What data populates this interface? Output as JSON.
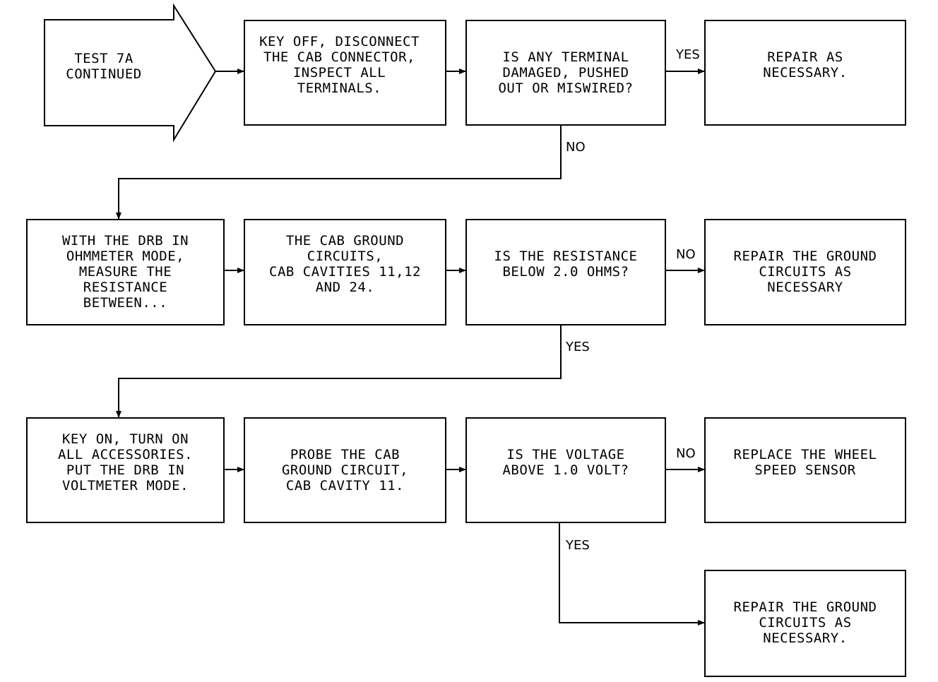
{
  "start": {
    "lines": [
      "TEST 7A",
      "CONTINUED"
    ]
  },
  "boxes": {
    "row1_step1": {
      "lines": [
        "KEY OFF, DISCONNECT",
        "THE CAB CONNECTOR,",
        "INSPECT ALL",
        "TERMINALS."
      ]
    },
    "row1_question": {
      "lines": [
        "IS ANY TERMINAL",
        "DAMAGED, PUSHED",
        "OUT OR MISWIRED?"
      ]
    },
    "row1_result": {
      "lines": [
        "REPAIR AS",
        "NECESSARY."
      ]
    },
    "row2_step1": {
      "lines": [
        "WITH THE DRB IN",
        "OHMMETER MODE,",
        "MEASURE THE",
        "RESISTANCE",
        "BETWEEN..."
      ]
    },
    "row2_step2": {
      "lines": [
        "THE CAB GROUND",
        "CIRCUITS,",
        "CAB CAVITIES 11,12",
        "AND 24."
      ]
    },
    "row2_question": {
      "lines": [
        "IS THE RESISTANCE",
        "BELOW 2.0 OHMS?"
      ]
    },
    "row2_result": {
      "lines": [
        "REPAIR THE GROUND",
        "CIRCUITS AS",
        "NECESSARY"
      ]
    },
    "row3_step1": {
      "lines": [
        "KEY ON, TURN ON",
        "ALL ACCESSORIES.",
        "PUT THE DRB IN",
        "VOLTMETER MODE."
      ]
    },
    "row3_step2": {
      "lines": [
        "PROBE THE CAB",
        "GROUND CIRCUIT,",
        "CAB CAVITY 11."
      ]
    },
    "row3_question": {
      "lines": [
        "IS THE VOLTAGE",
        "ABOVE 1.0 VOLT?"
      ]
    },
    "row3_result": {
      "lines": [
        "REPLACE THE WHEEL",
        "SPEED SENSOR"
      ]
    },
    "row4_result": {
      "lines": [
        "REPAIR THE GROUND",
        "CIRCUITS AS",
        "NECESSARY."
      ]
    }
  },
  "labels": {
    "q1_yes": "YES",
    "q1_no": "NO",
    "q2_no": "NO",
    "q2_yes": "YES",
    "q3_no": "NO",
    "q3_yes": "YES"
  }
}
